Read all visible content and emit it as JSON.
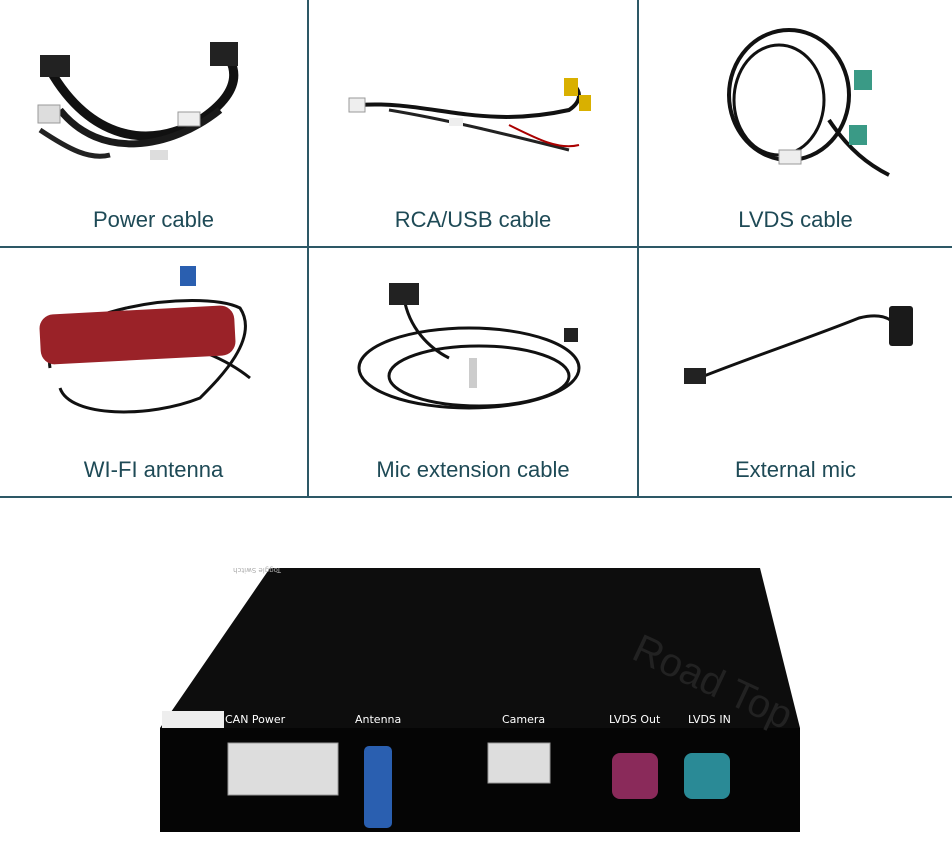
{
  "items": [
    {
      "label": "Power cable",
      "icon": "power-cable-image"
    },
    {
      "label": "RCA/USB cable",
      "icon": "rca-usb-cable-image"
    },
    {
      "label": "LVDS cable",
      "icon": "lvds-cable-image"
    },
    {
      "label": "WI-FI antenna",
      "icon": "wifi-antenna-image"
    },
    {
      "label": "Mic extension cable",
      "icon": "mic-extension-cable-image"
    },
    {
      "label": "External mic",
      "icon": "external-mic-image"
    }
  ],
  "device": {
    "ports": [
      "CAN Power",
      "Antenna",
      "Camera",
      "LVDS Out",
      "LVDS IN"
    ],
    "watermark": "Road Top",
    "top_text": "Toggle Switch",
    "colors": {
      "antenna": "#2a5fb0",
      "lvds_out": "#8a2a5a",
      "lvds_in": "#2a8a96"
    }
  }
}
